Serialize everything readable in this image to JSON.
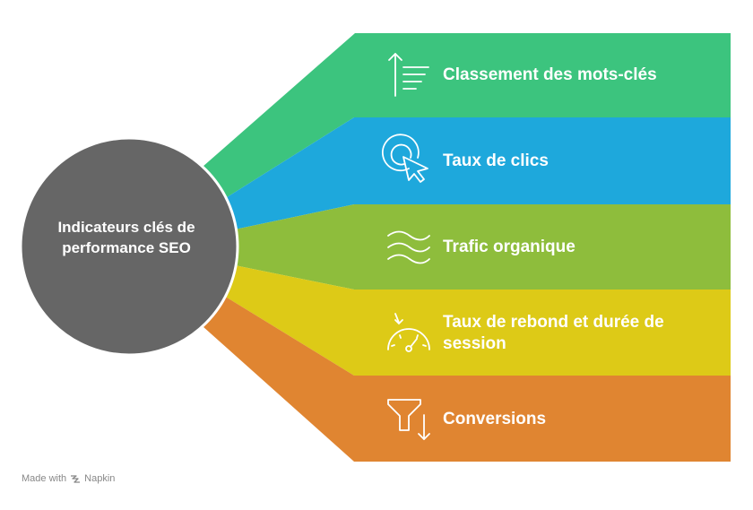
{
  "hub": {
    "title": "Indicateurs clés de performance SEO",
    "color": "#666666"
  },
  "items": [
    {
      "label": "Classement des mots-clés",
      "color": "#3cc47e",
      "icon": "ranking-arrow-icon"
    },
    {
      "label": "Taux de clics",
      "color": "#1ea8dc",
      "icon": "click-cursor-icon"
    },
    {
      "label": "Trafic organique",
      "color": "#8ebd3c",
      "icon": "wind-waves-icon"
    },
    {
      "label": "Taux de rebond et durée de session",
      "color": "#ddca17",
      "icon": "gauge-icon"
    },
    {
      "label": "Conversions",
      "color": "#e08531",
      "icon": "funnel-icon"
    }
  ],
  "footer": {
    "made_with": "Made with",
    "brand": "Napkin"
  }
}
